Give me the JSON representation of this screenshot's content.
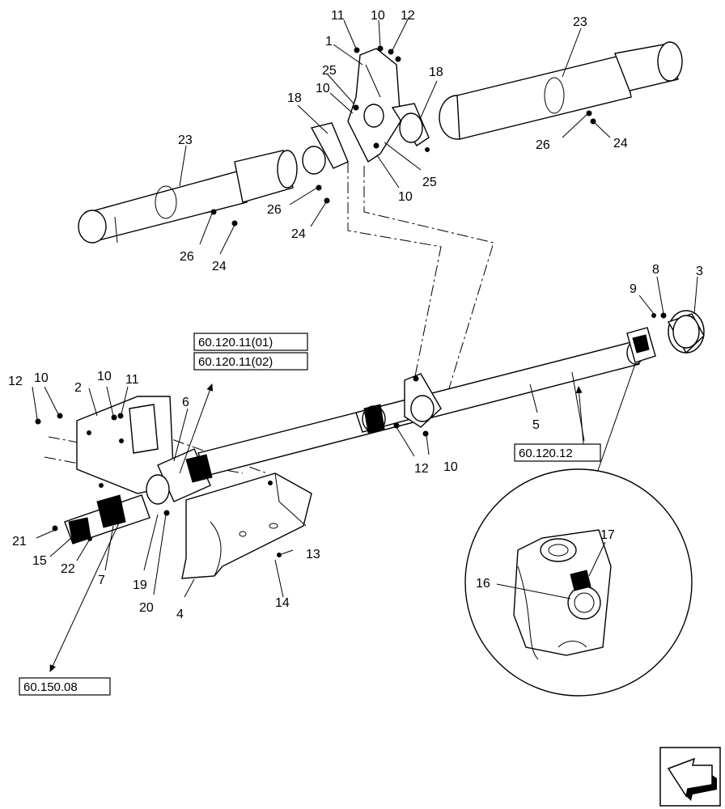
{
  "callouts": {
    "c1": "1",
    "c2": "2",
    "c3": "3",
    "c4": "4",
    "c5": "5",
    "c6": "6",
    "c7": "7",
    "c8": "8",
    "c9": "9",
    "c13": "13",
    "c14": "14",
    "c15": "15",
    "c16": "16",
    "c17": "17",
    "c19": "19",
    "c20": "20",
    "c21": "21",
    "c22": "22",
    "c10": "10",
    "c11": "11",
    "c12": "12",
    "c18": "18",
    "c23": "23",
    "c24": "24",
    "c25": "25",
    "c26": "26"
  },
  "references": {
    "r1": "60.120.11(01)",
    "r2": "60.120.11(02)",
    "r3": "60.120.12",
    "r4": "60.150.08"
  },
  "nav": {
    "icon": "next-page-arrow-icon"
  }
}
